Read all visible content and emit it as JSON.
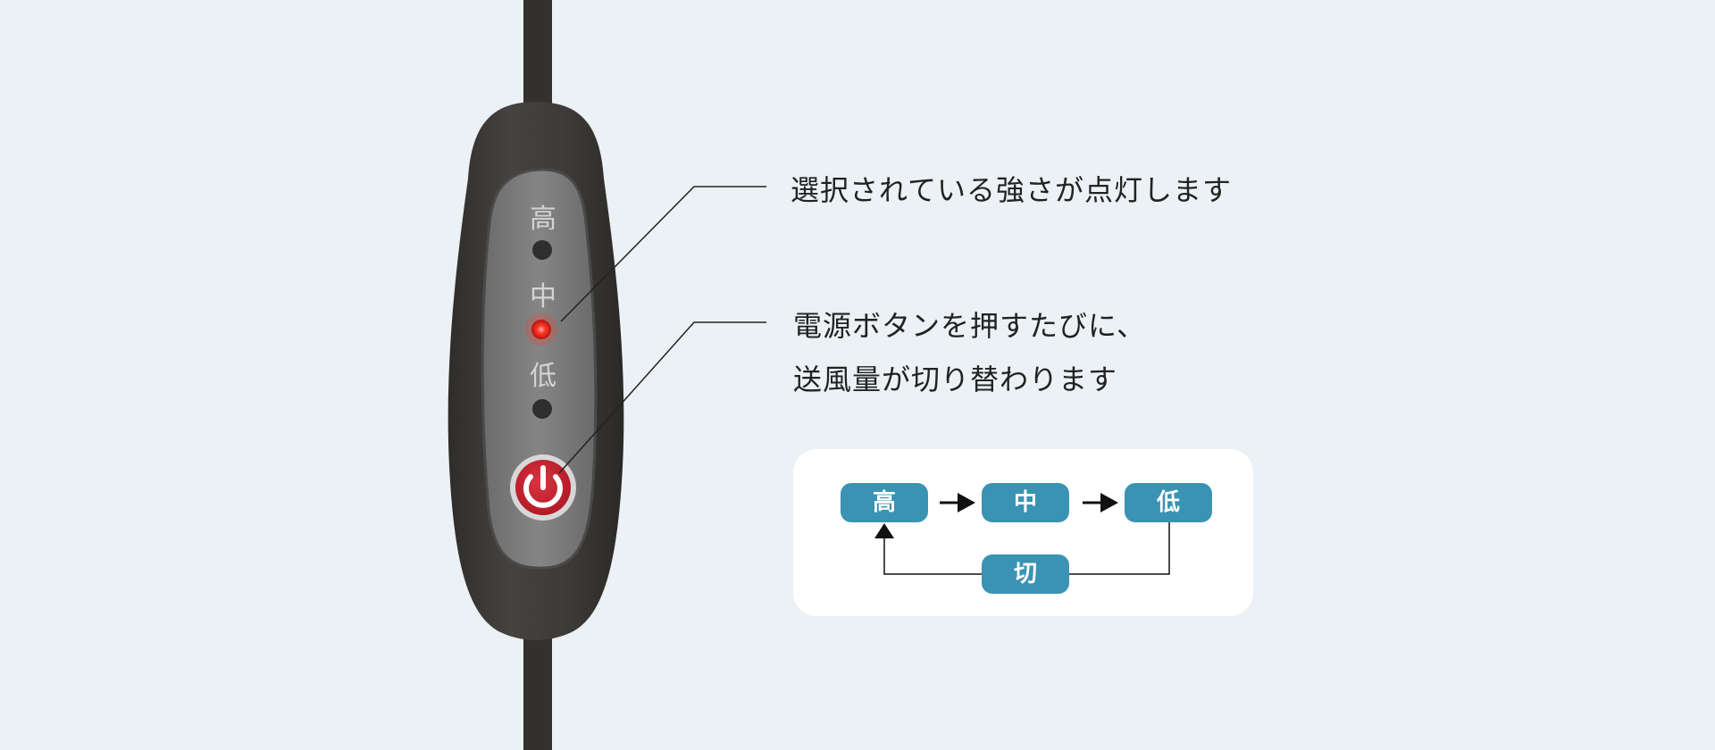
{
  "colors": {
    "background": "#ebf1f4",
    "remote_body": "#3c3a37",
    "remote_panel": "#7a7a7a",
    "led_on": "#e3231b",
    "led_off": "#2e2e2e",
    "power_button": "#c8202e",
    "flow_chip": "#3a93b3",
    "text": "#222222"
  },
  "remote": {
    "label_high": "高",
    "label_mid": "中",
    "label_low": "低",
    "led_state": "中",
    "power_icon": "power-icon"
  },
  "callouts": {
    "led": "選択されている強さが点灯します",
    "power_line1": "電源ボタンを押すたびに、",
    "power_line2": "送風量が切り替わります"
  },
  "flow": {
    "high": "高",
    "mid": "中",
    "low": "低",
    "off": "切",
    "arrow_icon": "arrow-right-icon"
  }
}
